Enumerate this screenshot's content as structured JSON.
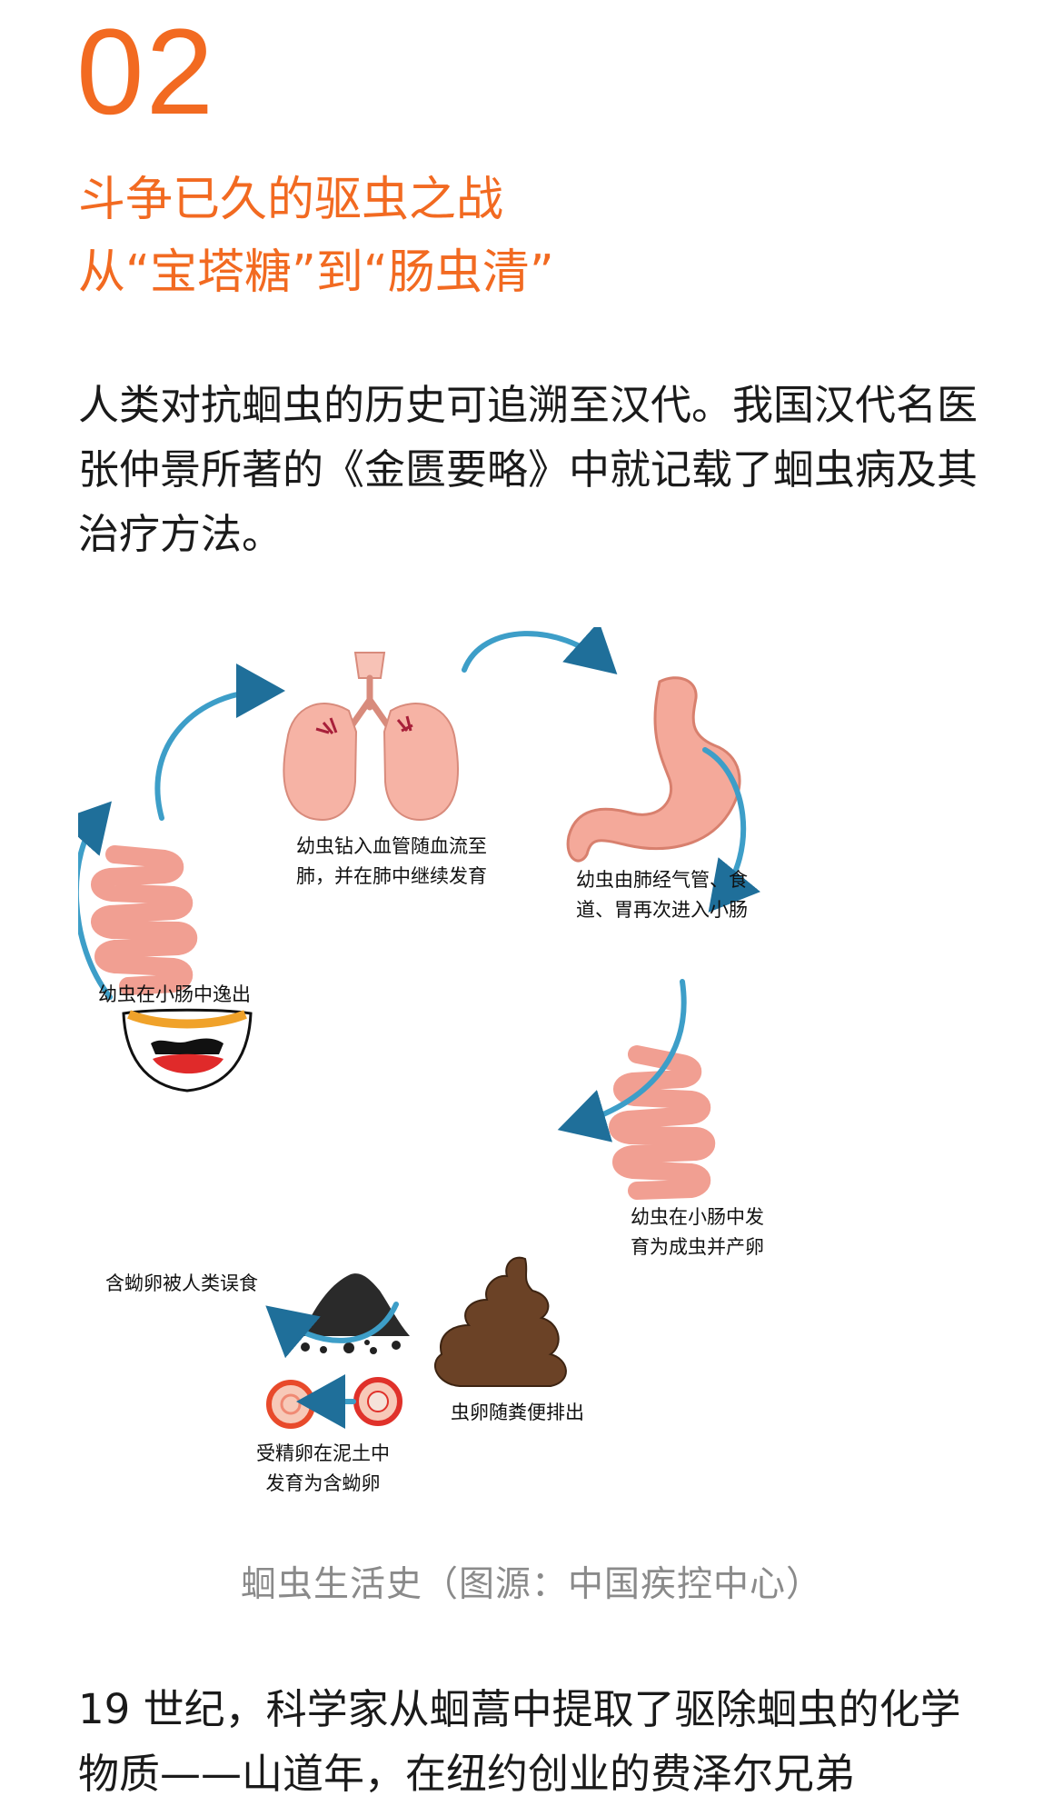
{
  "section": {
    "number": "02",
    "title_line1": "斗争已久的驱虫之战",
    "title_line2": "从“宝塔糖”到“肠虫清”"
  },
  "paragraph1": "人类对抗蛔虫的历史可追溯至汉代。我国汉代名医张仲景所著的《金匮要略》中就记载了蛔虫病及其治疗方法。",
  "figure": {
    "steps": {
      "lungs": [
        "幼虫钻入血管随血流至",
        "肺，并在肺中继续发育"
      ],
      "stomach": [
        "幼虫由肺经气管、食",
        "道、胃再次进入小肠"
      ],
      "intestine_right": [
        "幼虫在小肠中发",
        "育为成虫并产卵"
      ],
      "feces": [
        "虫卵随粪便排出"
      ],
      "egg": [
        "受精卵在泥土中",
        "发育为含蚴卵"
      ],
      "mouth": [
        "含蚴卵被人类误食"
      ],
      "intestine_left": [
        "幼虫在小肠中逸出"
      ]
    },
    "caption": "蛔虫生活史（图源：中国疾控中心）"
  },
  "paragraph2": "19 世纪，科学家从蛔蒿中提取了驱除蛔虫的化学物质——山道年，在纽约创业的费泽尔兄弟",
  "colors": {
    "accent": "#f26a21",
    "arrow": "#3d9ec8",
    "organ": "#f4a99a",
    "caption": "#8a8a8a"
  }
}
